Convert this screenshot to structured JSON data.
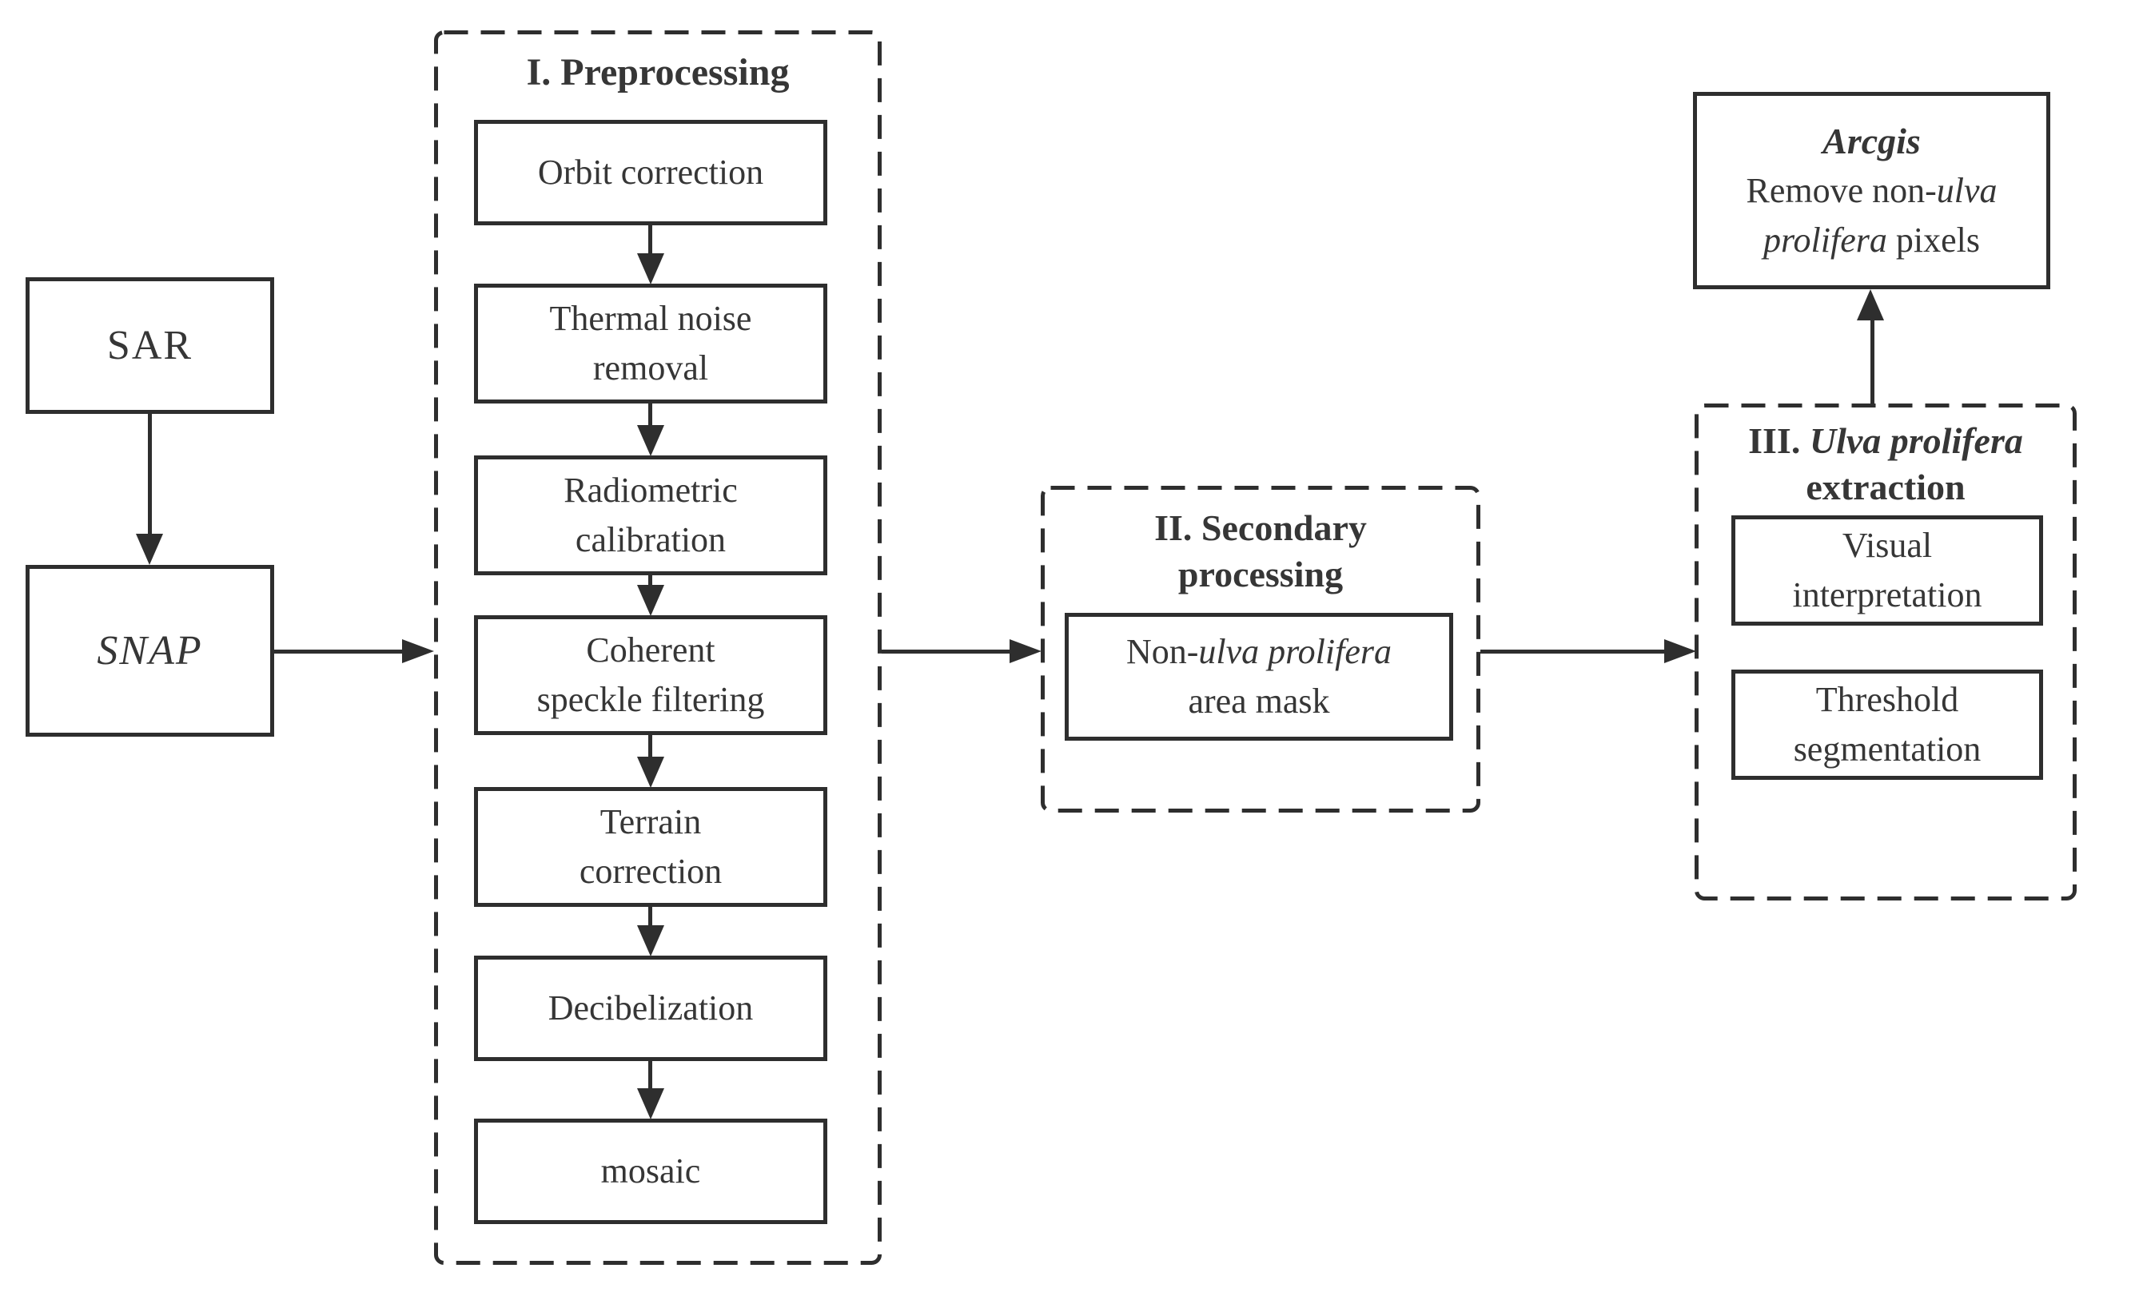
{
  "figure": {
    "background": "#ffffff",
    "line_color": "#2e2e2e",
    "text_color": "#363636"
  },
  "left_column": {
    "sar_label": "SAR",
    "snap_label": "SNAP"
  },
  "preprocessing": {
    "title": "I. Preprocessing",
    "steps": [
      {
        "line1": "Orbit correction",
        "line2": ""
      },
      {
        "line1": "Thermal noise",
        "line2": "removal"
      },
      {
        "line1": "Radiometric",
        "line2": "calibration"
      },
      {
        "line1": "Coherent",
        "line2": "speckle filtering"
      },
      {
        "line1": "Terrain",
        "line2": "correction"
      },
      {
        "line1": "Decibelization",
        "line2": ""
      },
      {
        "line1": "mosaic",
        "line2": ""
      }
    ]
  },
  "secondary": {
    "title_line1": "II. Secondary",
    "title_line2": "processing",
    "mask_line1_regular": "Non-",
    "mask_line1_italic": "ulva prolifera",
    "mask_line2": "area mask"
  },
  "extraction": {
    "title_prefix": "III. ",
    "title_italic": "Ulva prolifera",
    "title_line2": "extraction",
    "visual_box": {
      "line1": "Visual",
      "line2": "interpretation"
    },
    "threshold_box": {
      "line1": "Threshold",
      "line2": "segmentation"
    }
  },
  "arcgis": {
    "line1": "Arcgis",
    "line2_regular": "Remove non-",
    "line2_italic": "ulva",
    "line3_italic": "prolifera",
    "line3_regular": " pixels"
  }
}
